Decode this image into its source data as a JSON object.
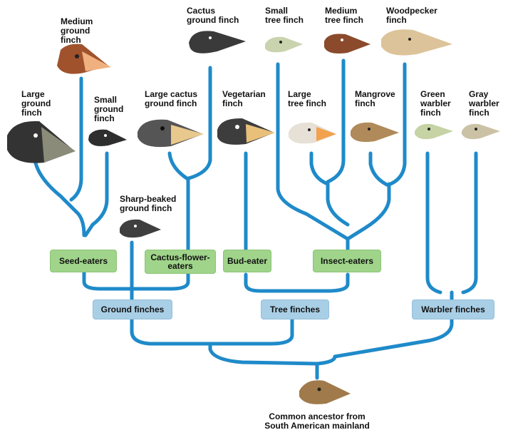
{
  "species": {
    "medium_ground_finch": "Medium\nground\nfinch",
    "large_ground_finch": "Large\nground\nfinch",
    "small_ground_finch": "Small\nground\nfinch",
    "cactus_ground_finch": "Cactus\nground finch",
    "large_cactus_ground_finch": "Large cactus\nground finch",
    "vegetarian_finch": "Vegetarian\nfinch",
    "small_tree_finch": "Small\ntree finch",
    "medium_tree_finch": "Medium\ntree finch",
    "woodpecker_finch": "Woodpecker\nfinch",
    "large_tree_finch": "Large\ntree finch",
    "mangrove_finch": "Mangrove\nfinch",
    "green_warbler_finch": "Green\nwarbler\nfinch",
    "gray_warbler_finch": "Gray\nwarbler\nfinch",
    "sharp_beaked_ground_finch": "Sharp-beaked\nground finch"
  },
  "diet_groups": {
    "seed_eaters": "Seed-eaters",
    "cactus_flower_eaters": "Cactus-flower-\neaters",
    "bud_eater": "Bud-eater",
    "insect_eaters": "Insect-eaters"
  },
  "lineages": {
    "ground_finches": "Ground finches",
    "tree_finches": "Tree finches",
    "warbler_finches": "Warbler finches"
  },
  "ancestor": "Common ancestor from\nSouth American mainland",
  "colors": {
    "branch": "#1f8ac9",
    "diet_tag": "#9fd48a",
    "lineage_tag": "#a9cfe6"
  }
}
